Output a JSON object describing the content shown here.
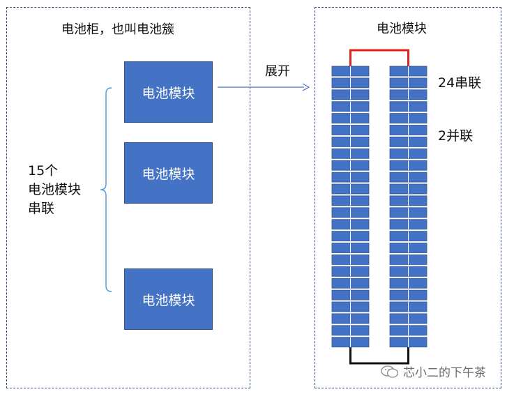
{
  "left_panel": {
    "title": "电池柜，也叫电池簇",
    "modules": [
      "电池模块",
      "电池模块",
      "电池模块"
    ],
    "side_label": [
      "15个",
      "电池模块",
      "串联"
    ]
  },
  "connector": {
    "label": "展开"
  },
  "right_panel": {
    "title": "电池模块",
    "series_label": "24串联",
    "parallel_label": "2并联",
    "columns": 2,
    "cells_per_column": 24
  },
  "colors": {
    "module_fill": "#4472c4",
    "cell_fill": "#4472c4",
    "top_link": "#e0201b",
    "bottom_link": "#111111",
    "dashed_border": "#2f4f7f"
  },
  "watermark": {
    "text": "芯小二的下午茶"
  }
}
